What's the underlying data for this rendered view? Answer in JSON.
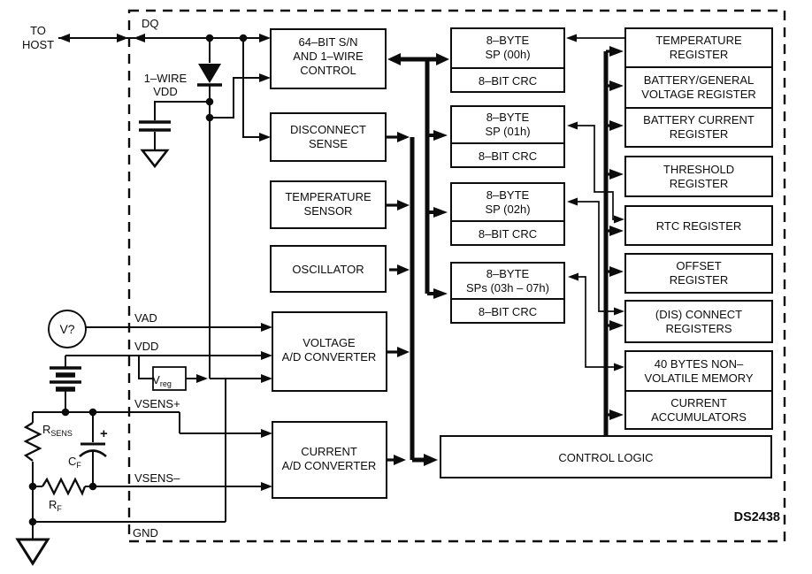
{
  "part_number": "DS2438",
  "host": {
    "line1": "TO",
    "line2": "HOST"
  },
  "pins": {
    "dq": "DQ",
    "vad": "VAD",
    "vdd": "VDD",
    "vsens_plus": "VSENS+",
    "vsens_minus": "VSENS–",
    "gnd": "GND"
  },
  "external": {
    "one_wire_vdd_line1": "1–WIRE",
    "one_wire_vdd_line2": "VDD",
    "voltage_source": "V?",
    "vreg_base": "V",
    "vreg_sub": "reg",
    "rsens_base": "R",
    "rsens_sub": "SENS",
    "cf_base": "C",
    "cf_sub": "F",
    "rf_base": "R",
    "rf_sub": "F",
    "cap_polarity": "+"
  },
  "function_blocks": [
    {
      "id": "serial-control",
      "lines": [
        "64–BIT S/N",
        "AND 1–WIRE",
        "CONTROL"
      ]
    },
    {
      "id": "disconnect-sense",
      "lines": [
        "DISCONNECT",
        "SENSE"
      ]
    },
    {
      "id": "temperature-sensor",
      "lines": [
        "TEMPERATURE",
        "SENSOR"
      ]
    },
    {
      "id": "oscillator",
      "lines": [
        "OSCILLATOR"
      ]
    },
    {
      "id": "voltage-adc",
      "lines": [
        "VOLTAGE",
        "A/D CONVERTER"
      ]
    },
    {
      "id": "current-adc",
      "lines": [
        "CURRENT",
        "A/D CONVERTER"
      ]
    }
  ],
  "scratchpads": [
    {
      "lines": [
        "8–BYTE",
        "SP (00h)"
      ],
      "crc": "8–BIT CRC"
    },
    {
      "lines": [
        "8–BYTE",
        "SP (01h)"
      ],
      "crc": "8–BIT CRC"
    },
    {
      "lines": [
        "8–BYTE",
        "SP (02h)"
      ],
      "crc": "8–BIT CRC"
    },
    {
      "lines": [
        "8–BYTE",
        "SPs (03h – 07h)"
      ],
      "crc": "8–BIT CRC"
    }
  ],
  "registers": [
    {
      "lines": [
        "TEMPERATURE",
        "REGISTER"
      ]
    },
    {
      "lines": [
        "BATTERY/GENERAL",
        "VOLTAGE REGISTER"
      ]
    },
    {
      "lines": [
        "BATTERY CURRENT",
        "REGISTER"
      ]
    },
    {
      "lines": [
        "THRESHOLD",
        "REGISTER"
      ]
    },
    {
      "lines": [
        "RTC REGISTER"
      ]
    },
    {
      "lines": [
        "OFFSET",
        "REGISTER"
      ]
    },
    {
      "lines": [
        "(DIS) CONNECT",
        "REGISTERS"
      ]
    },
    {
      "lines": [
        "40 BYTES NON–",
        "VOLATILE MEMORY"
      ]
    },
    {
      "lines": [
        "CURRENT",
        "ACCUMULATORS"
      ]
    }
  ],
  "control_logic": "CONTROL LOGIC"
}
